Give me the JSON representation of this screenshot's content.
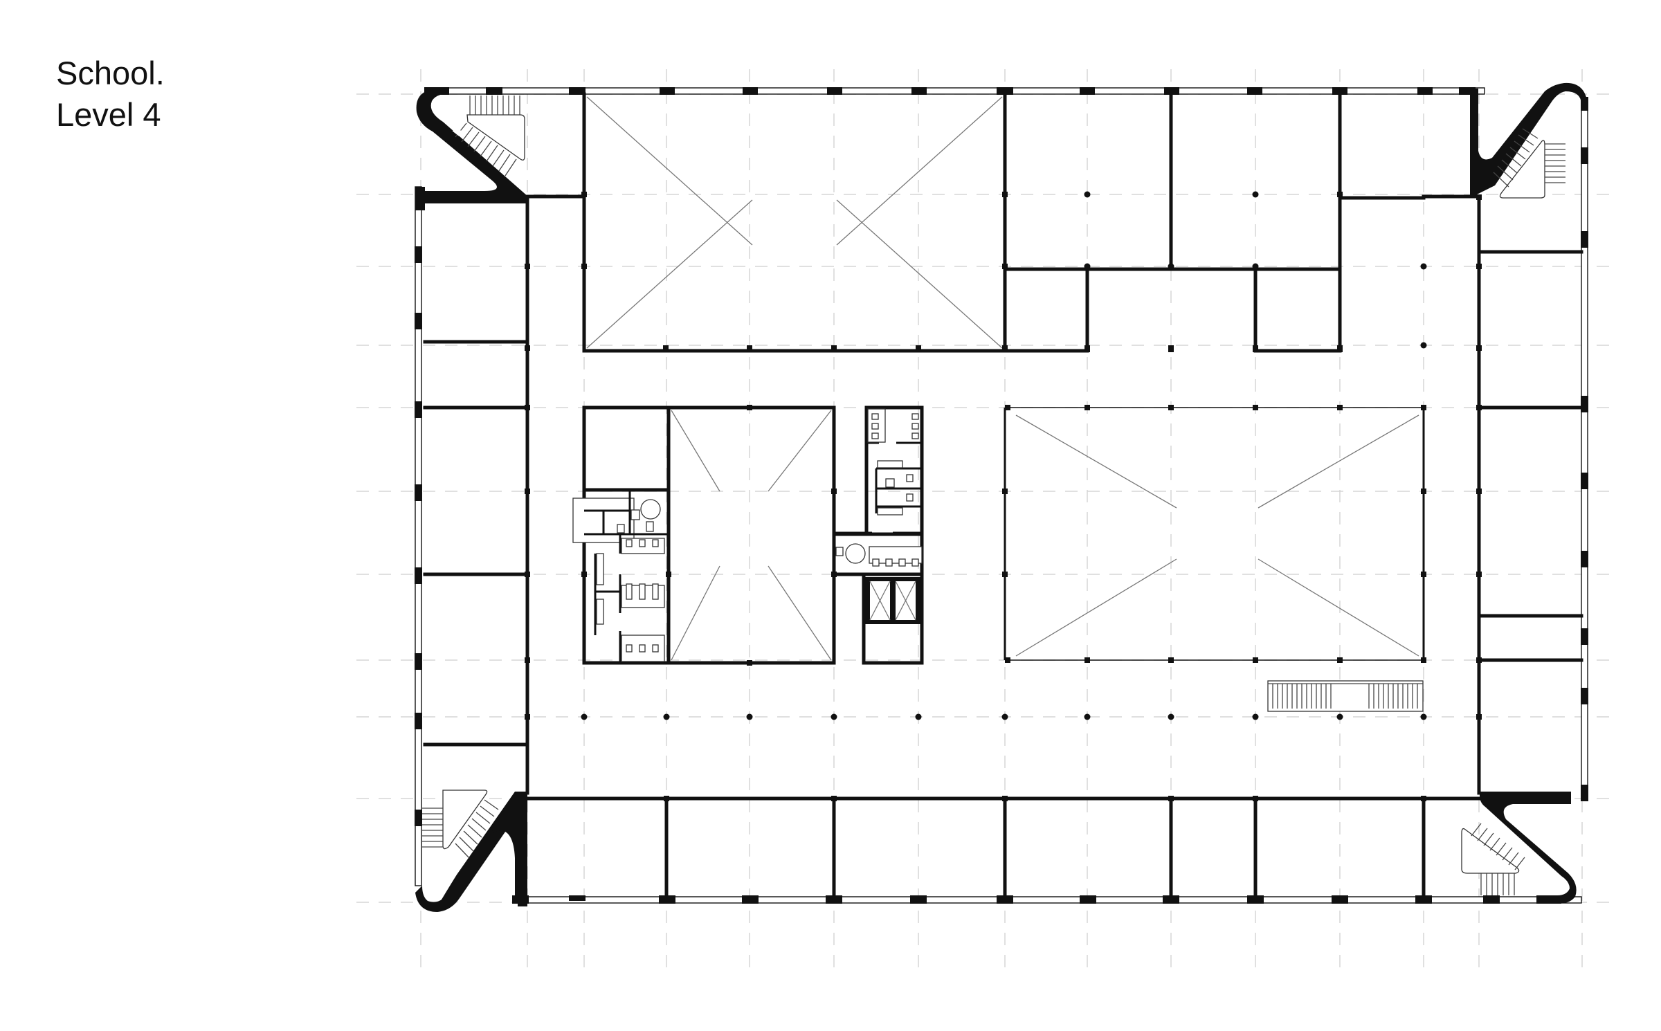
{
  "title": {
    "line1": "School.",
    "line2": "Level 4"
  },
  "drawing": {
    "type": "architectural floor plan",
    "colors": {
      "wall": "#111111",
      "grid": "#d6d6d6",
      "background": "#ffffff",
      "void_diagonal": "#777777"
    },
    "grid_x": [
      608,
      762,
      844,
      963,
      1083,
      1205,
      1327,
      1452,
      1571,
      1692,
      1814,
      1936,
      2057,
      2137,
      2286
    ],
    "grid_y": [
      136,
      281,
      385,
      499,
      589,
      710,
      830,
      954,
      1036,
      1154,
      1304
    ],
    "corner_stairs": [
      "top-left",
      "top-right",
      "bottom-left",
      "bottom-right"
    ],
    "voids": [
      "north-atrium",
      "central-atrium",
      "east-atrium"
    ],
    "cores": [
      "west-restroom-core",
      "east-restroom-elevator-core"
    ],
    "elevators": 2,
    "open_stair": "south-east-stair"
  }
}
